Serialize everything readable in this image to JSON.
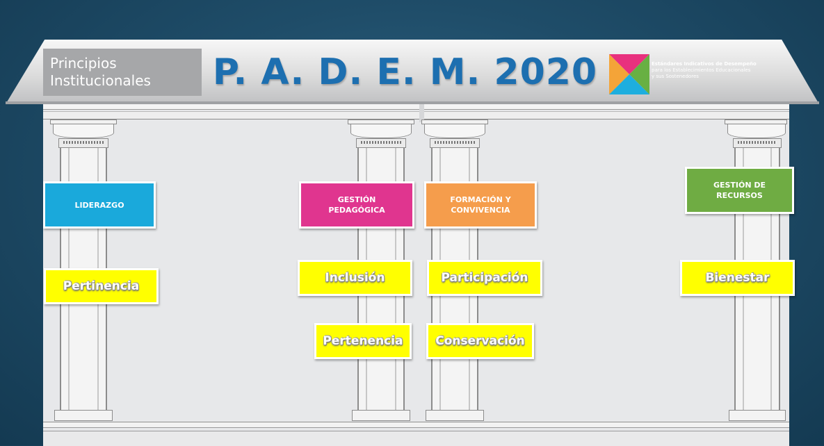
{
  "header": {
    "principios": "Principios\nInstitucionales",
    "title": "P. A. D. E. M. 2020",
    "logo_line1": "Estándares Indicativos de Desempeño",
    "logo_line2": "para los Establecimientos Educacionales",
    "logo_line3": "y sus Sostenedores"
  },
  "colors": {
    "background": "#1f4d69",
    "title": "#1d6fb0",
    "value_box": "#ffff00",
    "liderazgo": "#1aa9db",
    "gestion_pedagogica": "#e0358f",
    "formacion": "#f59d4c",
    "gestion_recursos": "#6fac43",
    "logo_colors": [
      "#e8317e",
      "#f4a438",
      "#68b043",
      "#1eaede"
    ]
  },
  "areas": [
    {
      "label": "LIDERAZGO",
      "color": "#1aa9db"
    },
    {
      "label": "GESTIÓN\nPEDAGÓGICA",
      "color": "#e0358f"
    },
    {
      "label": "FORMACIÓN Y\nCONVIVENCIA",
      "color": "#f59d4c"
    },
    {
      "label": "GESTIÓN DE\nRECURSOS",
      "color": "#6fac43"
    }
  ],
  "principles": {
    "pertinencia": "Pertinencia",
    "inclusion": "Inclusión",
    "pertenencia": "Pertenencia",
    "participacion": "Participación",
    "conservacion": "Conservación",
    "bienestar": "Bienestar"
  }
}
